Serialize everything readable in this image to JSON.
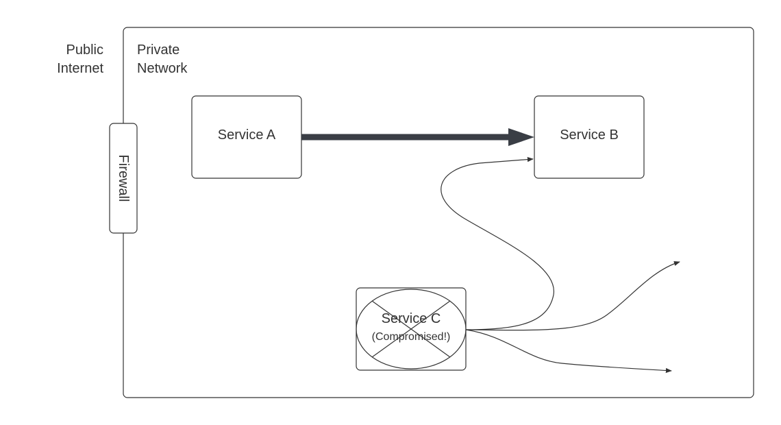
{
  "regions": {
    "public": {
      "line1": "Public",
      "line2": "Internet"
    },
    "private": {
      "line1": "Private",
      "line2": "Network"
    }
  },
  "firewall": {
    "label": "Firewall"
  },
  "services": {
    "a": {
      "label": "Service A"
    },
    "b": {
      "label": "Service B"
    },
    "c": {
      "label": "Service C",
      "status": "(Compromised!)"
    }
  },
  "colors": {
    "stroke": "#333333",
    "thick_arrow": "#3a3e45",
    "background": "#ffffff"
  }
}
